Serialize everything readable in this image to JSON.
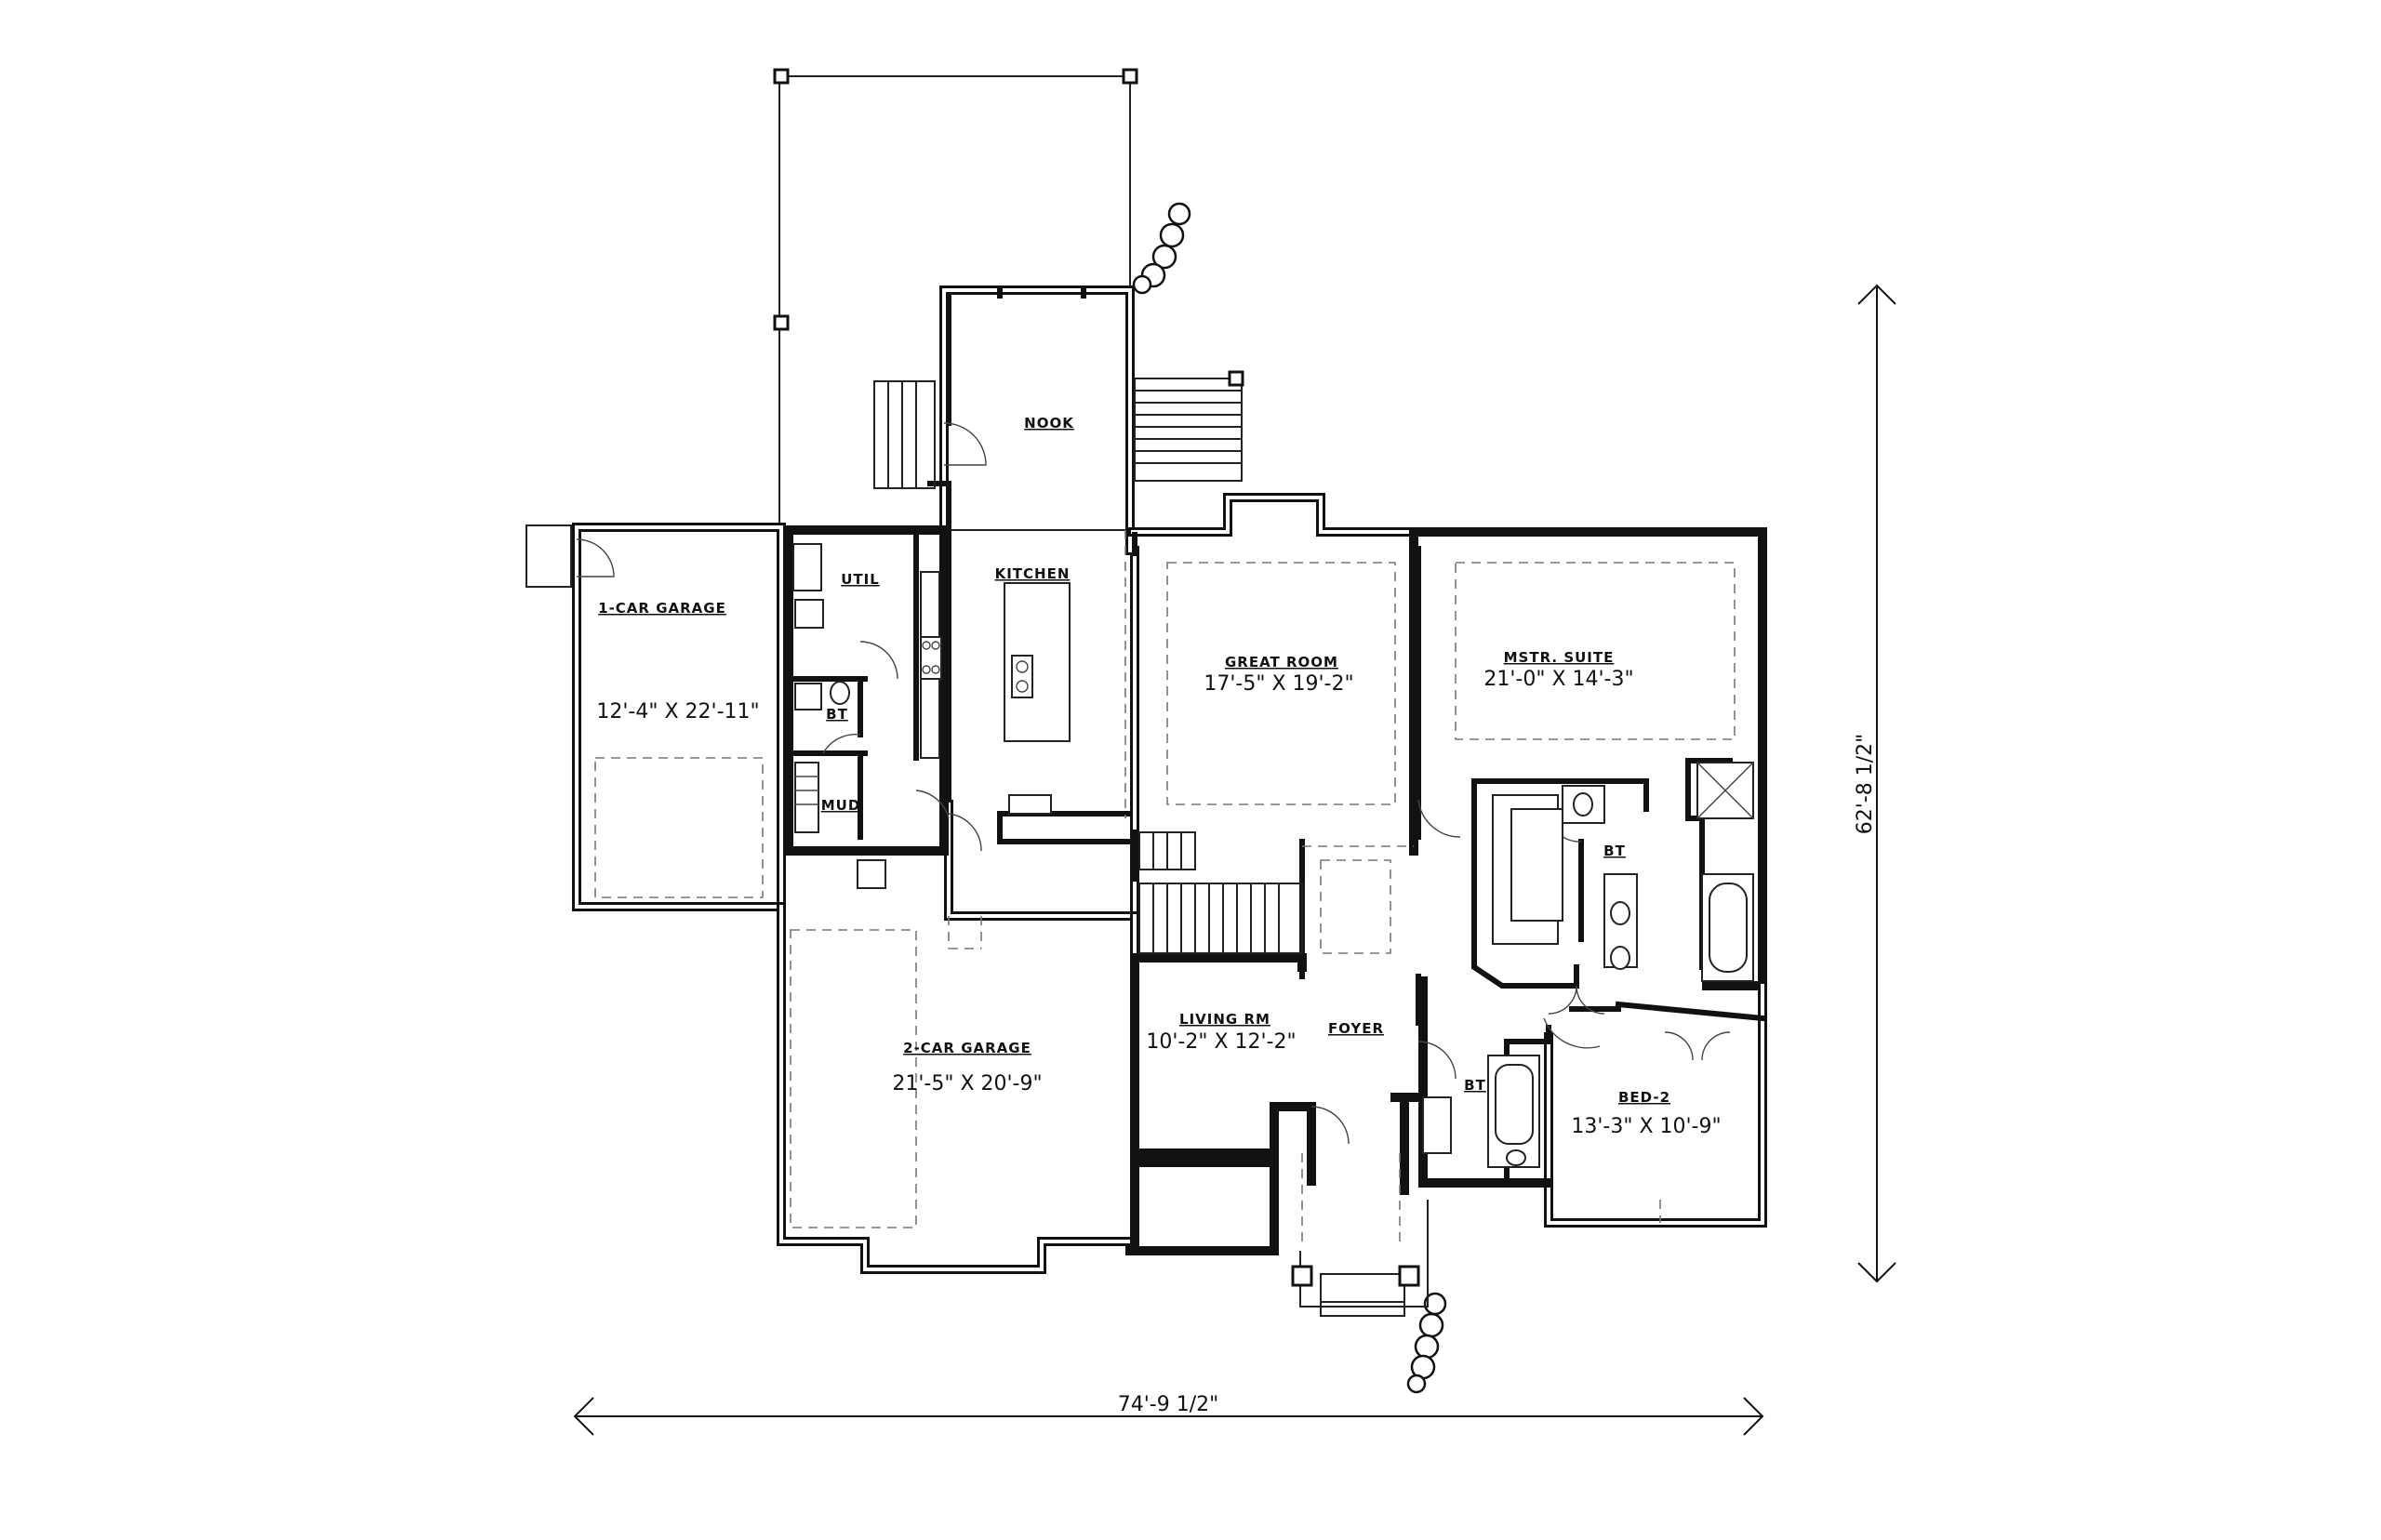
{
  "rooms": {
    "nook": {
      "name": "NOOK"
    },
    "kitchen": {
      "name": "KITCHEN"
    },
    "util": {
      "name": "UTIL"
    },
    "bath_util": {
      "name": "BT"
    },
    "mud": {
      "name": "MUD"
    },
    "one_car_garage": {
      "name": "1-CAR GARAGE",
      "size": "12'-4\" X 22'-11\""
    },
    "great_room": {
      "name": "GREAT ROOM",
      "size": "17'-5\" X 19'-2\""
    },
    "master_suite": {
      "name": "MSTR. SUITE",
      "size": "21'-0\" X 14'-3\""
    },
    "master_bath": {
      "name": "BT"
    },
    "two_car_garage": {
      "name": "2-CAR GARAGE",
      "size": "21'-5\" X 20'-9\""
    },
    "living_room": {
      "name": "LIVING RM",
      "size": "10'-2\" X 12'-2\""
    },
    "foyer": {
      "name": "FOYER"
    },
    "bath_2": {
      "name": "BT"
    },
    "bed_2": {
      "name": "BED-2",
      "size": "13'-3\" X 10'-9\""
    }
  },
  "dimensions": {
    "overall_width": "74'-9 1/2\"",
    "overall_depth": "62'-8 1/2\""
  }
}
